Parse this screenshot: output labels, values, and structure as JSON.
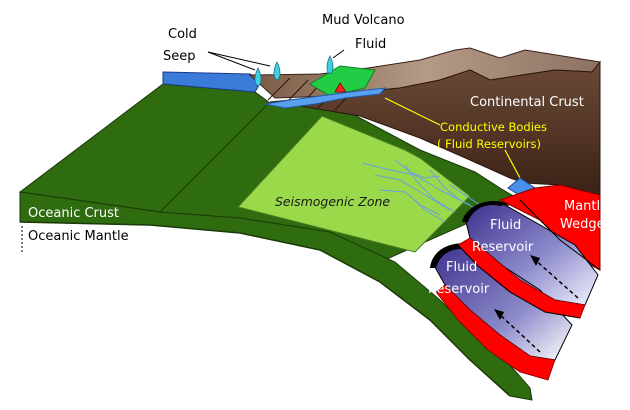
{
  "labels": {
    "cold_seep_line1": "Cold",
    "cold_seep_line2": "Seep",
    "mud_volcano": "Mud Volcano",
    "fluid": "Fluid",
    "continental_crust": "Continental Crust",
    "conductive_bodies_line1": "Conductive Bodies",
    "conductive_bodies_line2": "( Fluid Reservoirs)",
    "mantle_wedge_line1": "Mantle",
    "mantle_wedge_line2": "Wedge",
    "seismogenic_zone": "Seismogenic Zone",
    "oceanic_crust": "Oceanic Crust",
    "oceanic_mantle": "Oceanic Mantle",
    "upper_reservoir_line1": "Fluid",
    "upper_reservoir_line2": "Reservoir",
    "lower_reservoir_line1": "Fluid",
    "lower_reservoir_line2": "Reservoir"
  },
  "colors": {
    "oceanic_crust": "#2f6b0f",
    "seismogenic_zone": "#9ad94a",
    "continental_crust": "#5c3a28",
    "mantle_wedge": "#ff0000",
    "fluid_reservoir": "#3a2e8a",
    "sea": "#3a7ad8",
    "conductive_label": "#ffff00"
  }
}
